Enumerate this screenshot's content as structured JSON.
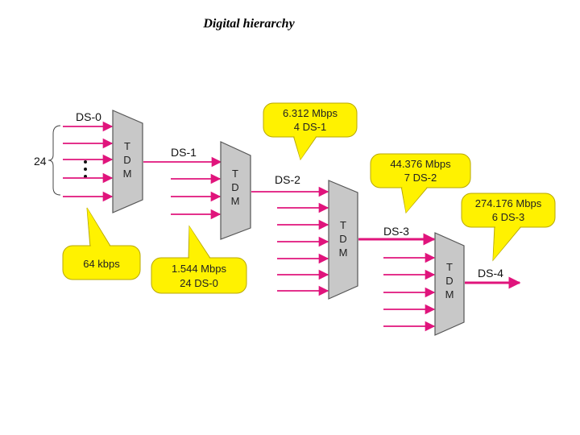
{
  "title": "Digital hierarchy",
  "colors": {
    "signal": "#e0147c",
    "callout_fill": "#fff200",
    "callout_stroke": "#b8a800",
    "mux_fill": "#c8c8c8",
    "mux_stroke": "#555555"
  },
  "diagram": {
    "input_count": "24",
    "ellipsis": "•\n•\n•",
    "mux_letters": [
      "T",
      "D",
      "M"
    ],
    "signals": {
      "ds0": "DS-0",
      "ds1": "DS-1",
      "ds2": "DS-2",
      "ds3": "DS-3",
      "ds4": "DS-4"
    },
    "callouts": {
      "ds0": [
        "64 kbps"
      ],
      "ds1": [
        "1.544 Mbps",
        "24 DS-0"
      ],
      "ds2": [
        "6.312 Mbps",
        "4 DS-1"
      ],
      "ds3": [
        "44.376 Mbps",
        "7 DS-2"
      ],
      "ds4": [
        "274.176 Mbps",
        "6 DS-3"
      ]
    }
  }
}
